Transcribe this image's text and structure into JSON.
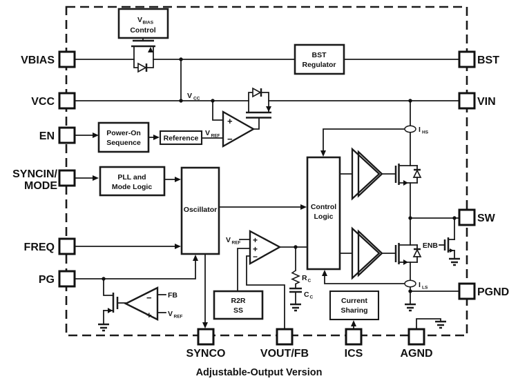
{
  "caption": "Adjustable-Output Version",
  "pins": {
    "left": {
      "vbias": "VBIAS",
      "vcc": "VCC",
      "en": "EN",
      "syncin_line1": "SYNCIN/",
      "syncin_line2": "MODE",
      "freq": "FREQ",
      "pg": "PG"
    },
    "right": {
      "bst": "BST",
      "vin": "VIN",
      "sw": "SW",
      "pgnd": "PGND"
    },
    "bottom": {
      "synco": "SYNCO",
      "voutfb": "VOUT/FB",
      "ics": "ICS",
      "agnd": "AGND"
    }
  },
  "blocks": {
    "vbias_control": {
      "l1main": "V",
      "l1sub": "BIAS",
      "l2": "Control"
    },
    "bst_regulator": {
      "l1": "BST",
      "l2": "Regulator"
    },
    "power_on_sequence": {
      "l1": "Power-On",
      "l2": "Sequence"
    },
    "reference": {
      "l1": "Reference"
    },
    "pll_mode_logic": {
      "l1": "PLL and",
      "l2": "Mode Logic"
    },
    "oscillator": {
      "l1": "Oscillator"
    },
    "control_logic": {
      "l1": "Control",
      "l2": "Logic"
    },
    "r2r_ss": {
      "l1": "R2R",
      "l2": "SS"
    },
    "current_sharing": {
      "l1": "Current",
      "l2": "Sharing"
    }
  },
  "nets": {
    "vcc": {
      "m": "V",
      "s": "CC"
    },
    "vref": {
      "m": "V",
      "s": "REF"
    },
    "ihs": {
      "m": "I",
      "s": "HS"
    },
    "ils": {
      "m": "I",
      "s": "LS"
    },
    "rc": {
      "m": "R",
      "s": "C"
    },
    "cc": {
      "m": "C",
      "s": "C"
    },
    "fb": "FB",
    "enb": "ENB"
  },
  "signs": {
    "plus": "+",
    "minus": "−"
  },
  "colors": {
    "line": "#1a1a1a",
    "background": "#ffffff"
  }
}
